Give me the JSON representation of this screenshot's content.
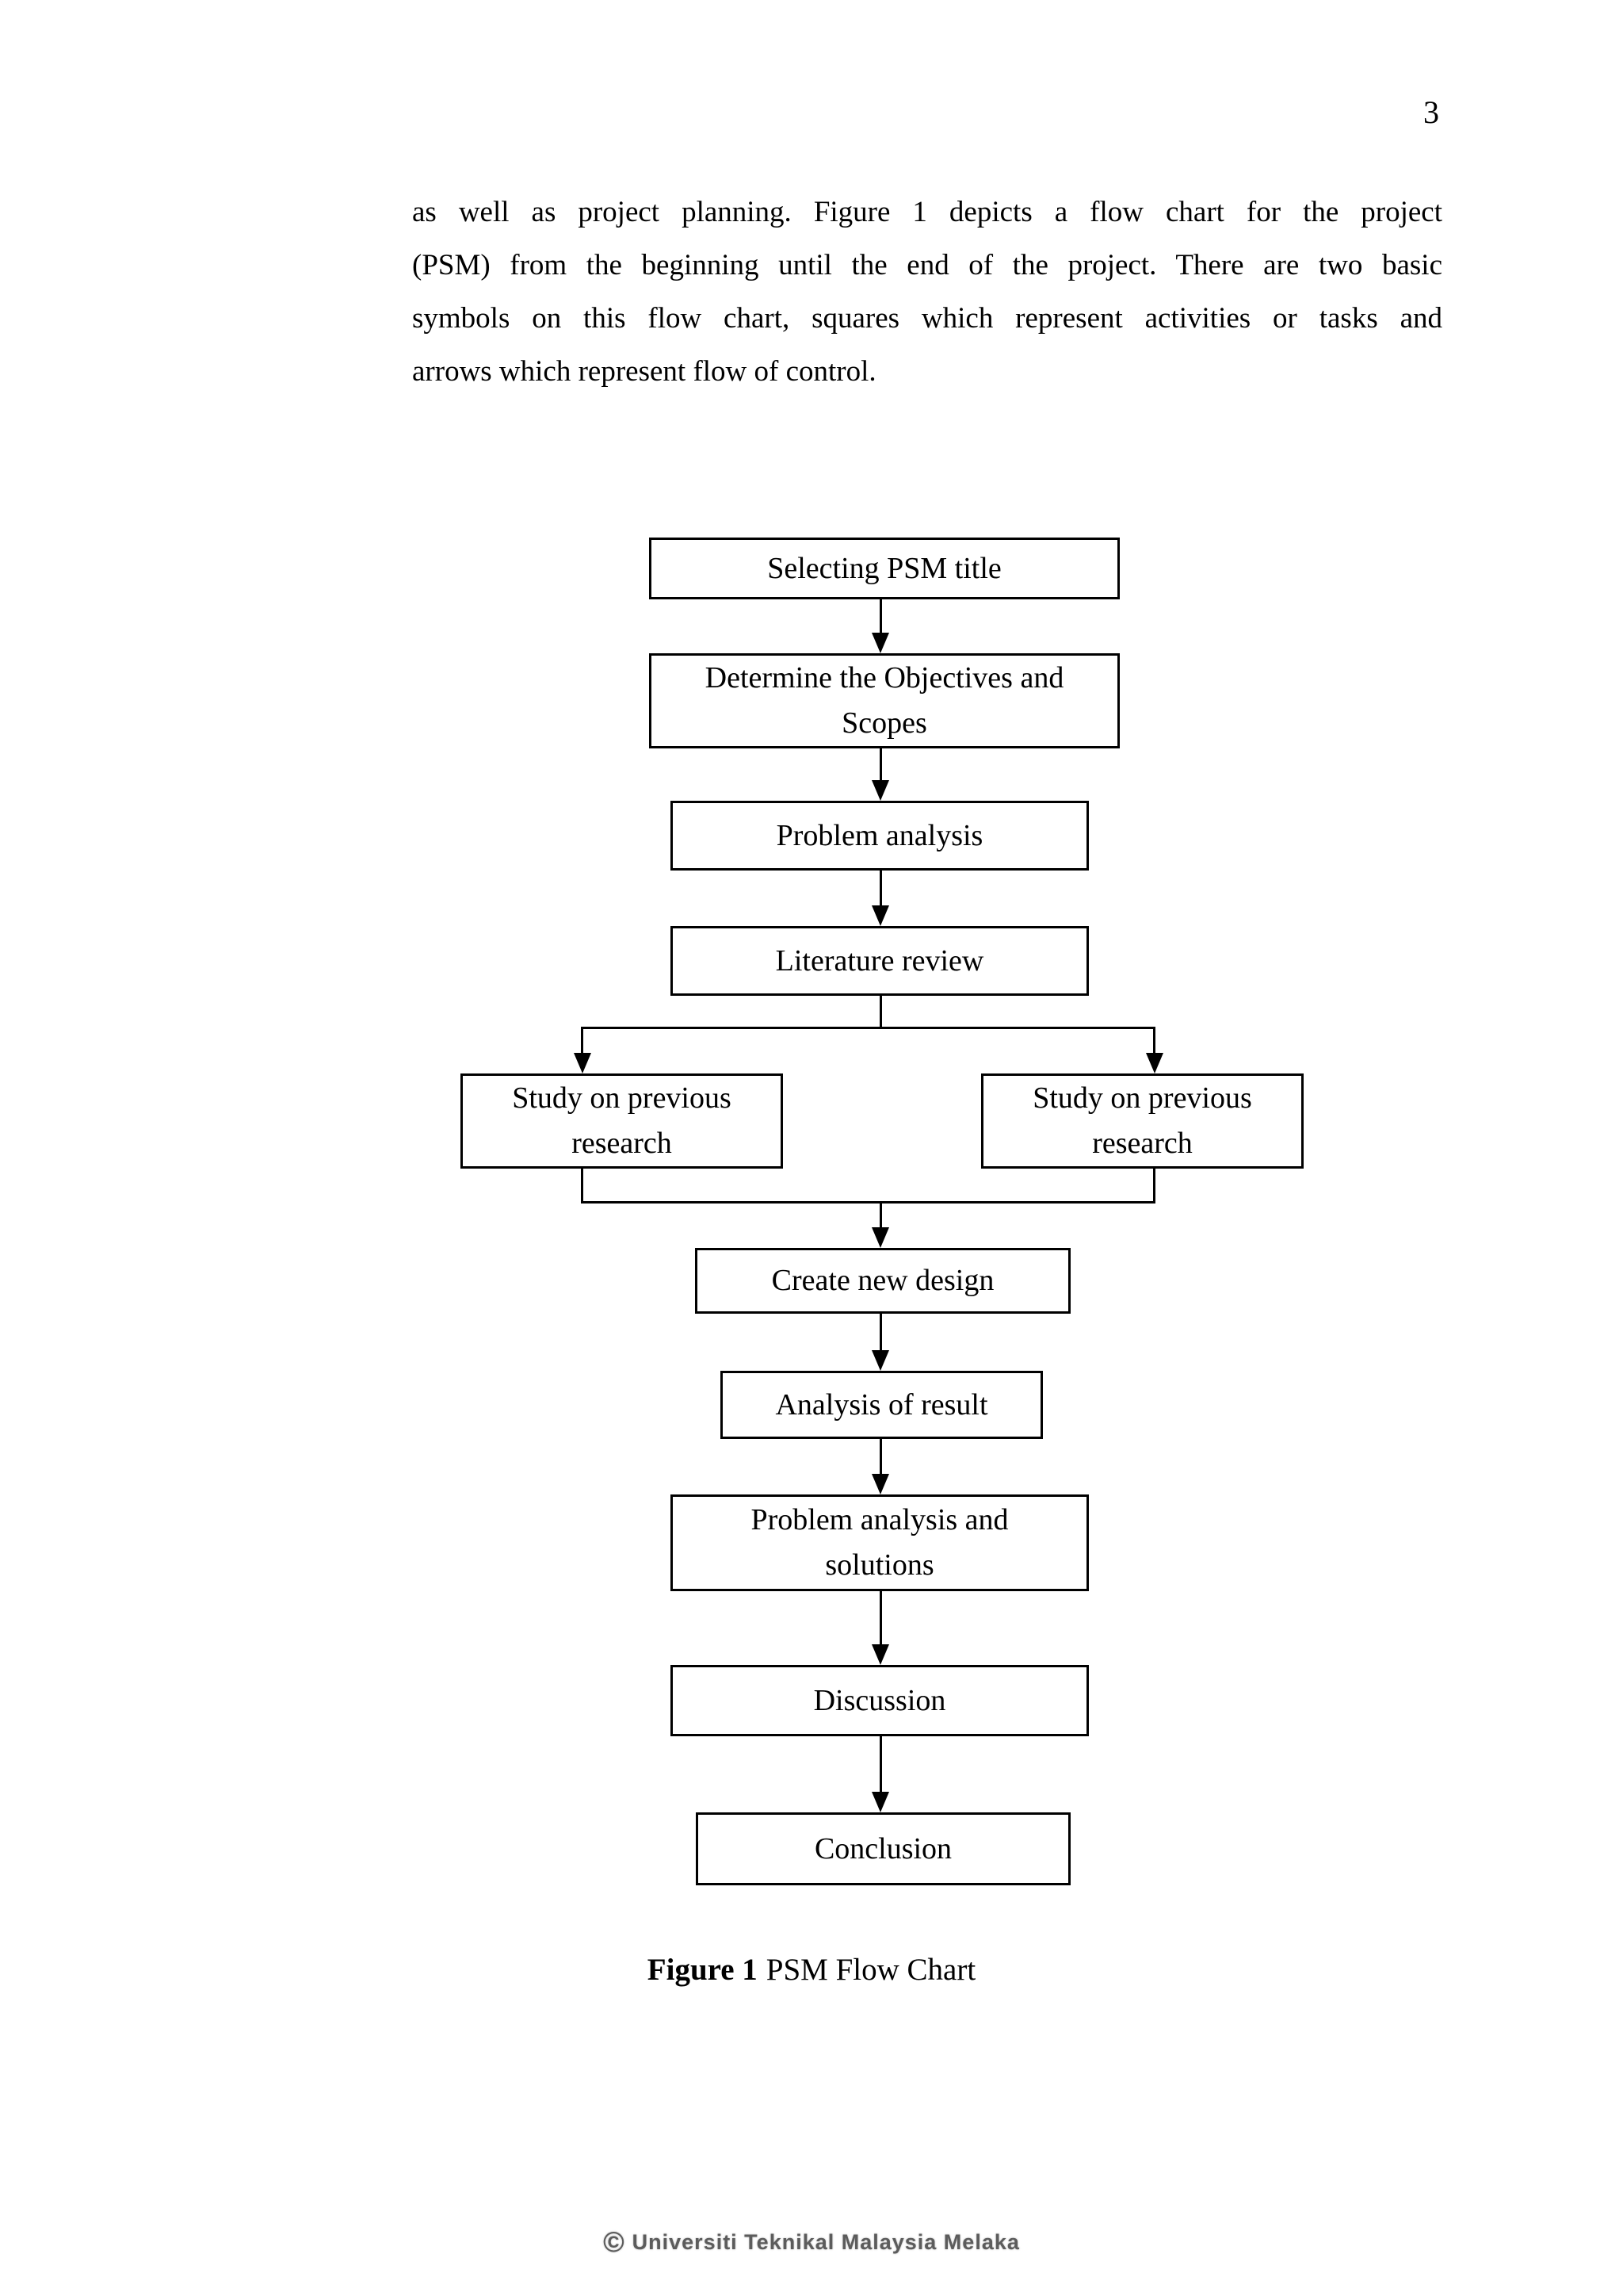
{
  "page": {
    "number": "3"
  },
  "paragraph": {
    "lines": [
      "as well as project planning.  Figure 1 depicts a flow chart for the project",
      "(PSM) from the beginning until the end of the project. There are two basic",
      "symbols on this flow chart, squares which represent activities or tasks and",
      "arrows which represent flow of control."
    ]
  },
  "flowchart": {
    "nodes": [
      {
        "id": "selecting-psm-title",
        "lines": [
          "Selecting PSM title"
        ]
      },
      {
        "id": "determine-objectives-scopes",
        "lines": [
          "Determine the Objectives and",
          "Scopes"
        ]
      },
      {
        "id": "problem-analysis",
        "lines": [
          "Problem analysis"
        ]
      },
      {
        "id": "literature-review",
        "lines": [
          "Literature review"
        ]
      },
      {
        "id": "study-previous-research-left",
        "lines": [
          "Study on previous",
          "research"
        ]
      },
      {
        "id": "study-previous-research-right",
        "lines": [
          "Study on previous",
          "research"
        ]
      },
      {
        "id": "create-new-design",
        "lines": [
          "Create new design"
        ]
      },
      {
        "id": "analysis-of-result",
        "lines": [
          "Analysis of result"
        ]
      },
      {
        "id": "problem-analysis-solutions",
        "lines": [
          "Problem analysis and",
          "solutions"
        ]
      },
      {
        "id": "discussion",
        "lines": [
          "Discussion"
        ]
      },
      {
        "id": "conclusion",
        "lines": [
          "Conclusion"
        ]
      }
    ],
    "edges": [
      {
        "from": "selecting-psm-title",
        "to": "determine-objectives-scopes"
      },
      {
        "from": "determine-objectives-scopes",
        "to": "problem-analysis"
      },
      {
        "from": "problem-analysis",
        "to": "literature-review"
      },
      {
        "from": "literature-review",
        "to": "study-previous-research-left"
      },
      {
        "from": "literature-review",
        "to": "study-previous-research-right"
      },
      {
        "from": "study-previous-research-left",
        "to": "create-new-design"
      },
      {
        "from": "study-previous-research-right",
        "to": "create-new-design"
      },
      {
        "from": "create-new-design",
        "to": "analysis-of-result"
      },
      {
        "from": "analysis-of-result",
        "to": "problem-analysis-solutions"
      },
      {
        "from": "problem-analysis-solutions",
        "to": "discussion"
      },
      {
        "from": "discussion",
        "to": "conclusion"
      }
    ],
    "line_color": "#000000",
    "box_background": "#ffffff"
  },
  "caption": {
    "figure_label": "Figure 1",
    "figure_title": "PSM Flow Chart"
  },
  "footer": {
    "copyright_symbol": "©",
    "text": "Universiti Teknikal Malaysia Melaka",
    "color": "#5c5c5c"
  }
}
